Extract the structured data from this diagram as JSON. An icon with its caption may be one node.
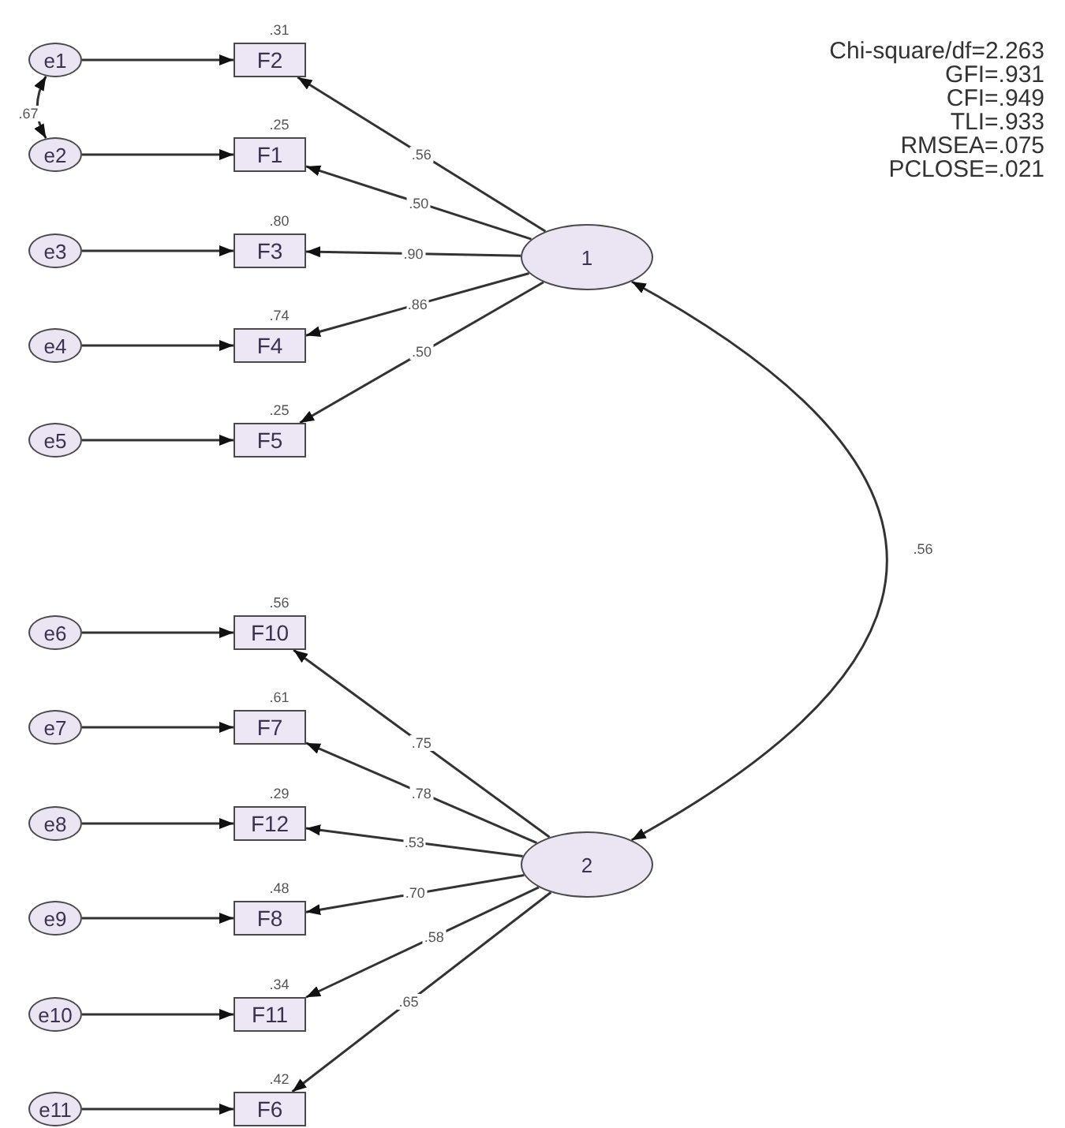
{
  "diagram": {
    "nodes": [
      {
        "text": [
          "e1"
        ]
      },
      {
        "text": [
          "F2"
        ],
        "beside": [
          ".31"
        ]
      },
      {
        "text": [
          "e2"
        ]
      },
      {
        "text": [
          "F1"
        ],
        "beside": [
          ".25"
        ]
      },
      {
        "text": [
          "e3"
        ]
      },
      {
        "text": [
          "F3"
        ],
        "beside": [
          ".80"
        ]
      },
      {
        "text": [
          "1"
        ]
      },
      {
        "text": [
          "e4"
        ]
      },
      {
        "text": [
          "F4"
        ],
        "beside": [
          ".74"
        ]
      },
      {
        "text": [
          "e5"
        ]
      },
      {
        "text": [
          "F5"
        ],
        "beside": [
          ".25"
        ]
      },
      {
        "text": [
          "e6"
        ]
      },
      {
        "text": [
          "F10"
        ],
        "beside": [
          ".56"
        ]
      },
      {
        "text": [
          "e7"
        ]
      },
      {
        "text": [
          "F7"
        ],
        "beside": [
          ".61"
        ]
      },
      {
        "text": [
          "e8"
        ]
      },
      {
        "text": [
          "F12"
        ],
        "beside": [
          ".29"
        ]
      },
      {
        "text": [
          "e9"
        ]
      },
      {
        "text": [
          "F8"
        ],
        "beside": [
          ".48"
        ]
      },
      {
        "text": [
          "2"
        ]
      },
      {
        "text": [
          "e10"
        ]
      },
      {
        "text": [
          "F11"
        ],
        "beside": [
          ".34"
        ]
      },
      {
        "text": [
          "e11"
        ]
      },
      {
        "text": [
          "F6"
        ],
        "beside": [
          ".42"
        ]
      }
    ],
    "edges": [
      {
        "from": 0,
        "to": 1,
        "arrow": "to"
      },
      {
        "from": 2,
        "to": 3,
        "arrow": "to"
      },
      {
        "from": 4,
        "to": 5,
        "arrow": "to"
      },
      {
        "from": 7,
        "to": 8,
        "arrow": "to"
      },
      {
        "from": 9,
        "to": 10,
        "arrow": "to"
      },
      {
        "from": 11,
        "to": 12,
        "arrow": "to"
      },
      {
        "from": 13,
        "to": 14,
        "arrow": "to"
      },
      {
        "from": 15,
        "to": 16,
        "arrow": "to"
      },
      {
        "from": 17,
        "to": 18,
        "arrow": "to"
      },
      {
        "from": 20,
        "to": 21,
        "arrow": "to"
      },
      {
        "from": 22,
        "to": 23,
        "arrow": "to"
      },
      {
        "from": 6,
        "to": 1,
        "arrow": "to",
        "label": ".56"
      },
      {
        "from": 6,
        "to": 3,
        "arrow": "to",
        "label": ".50"
      },
      {
        "from": 6,
        "to": 5,
        "arrow": "to",
        "label": ".90"
      },
      {
        "from": 6,
        "to": 8,
        "arrow": "to",
        "label": ".86"
      },
      {
        "from": 6,
        "to": 10,
        "arrow": "to",
        "label": ".50"
      },
      {
        "from": 19,
        "to": 12,
        "arrow": "to",
        "label": ".75"
      },
      {
        "from": 19,
        "to": 14,
        "arrow": "to",
        "label": ".78"
      },
      {
        "from": 19,
        "to": 16,
        "arrow": "to",
        "label": ".53"
      },
      {
        "from": 19,
        "to": 18,
        "arrow": "to",
        "label": ".70"
      },
      {
        "from": 19,
        "to": 21,
        "arrow": "to",
        "label": ".58"
      },
      {
        "from": 19,
        "to": 23,
        "arrow": "to",
        "label": ".65"
      },
      {
        "from": 0,
        "to": 2,
        "arrow": "both",
        "label": ".67"
      },
      {
        "from": 6,
        "to": 19,
        "arrow": "both",
        "label": ".56"
      }
    ],
    "labels": [
      "Chi-square/df=2.263",
      "GFI=.931",
      "CFI=.949",
      "TLI=.933",
      "RMSEA=.075",
      "PCLOSE=.021"
    ]
  }
}
